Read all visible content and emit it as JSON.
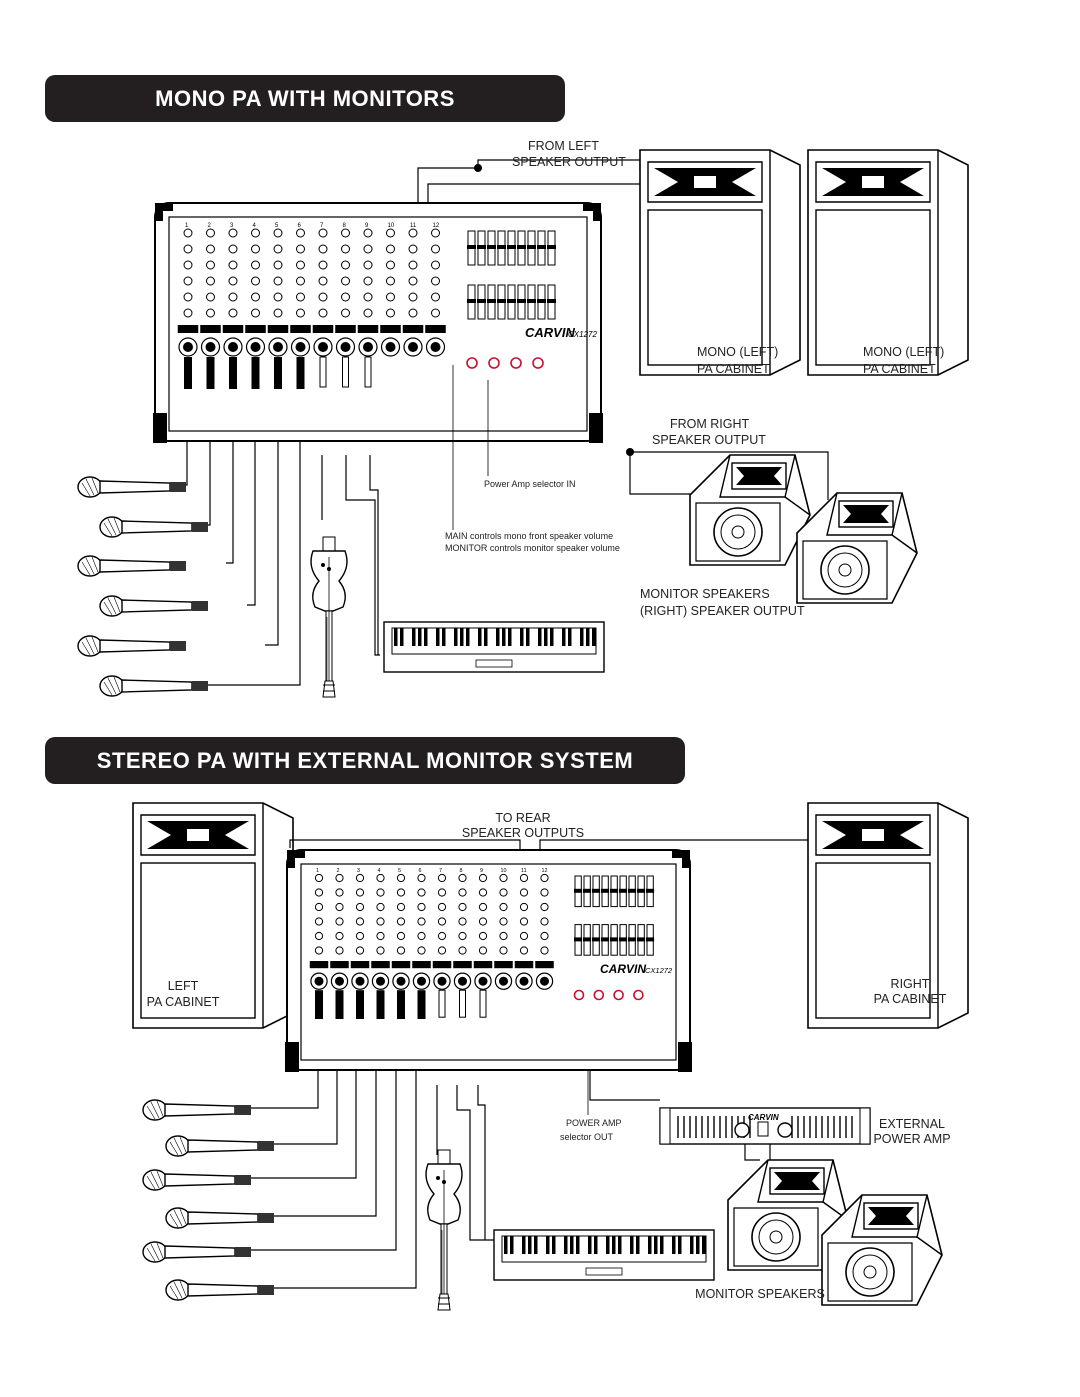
{
  "banner_top": "MONO PA WITH  MONITORS",
  "banner_bottom": "STEREO PA WITH EXTERNAL MONITOR SYSTEM",
  "top": {
    "from_left": "FROM LEFT",
    "speaker_output": "SPEAKER OUTPUT",
    "mono_left_1": "MONO (LEFT)",
    "pa_cabinet_1": "PA CABINET",
    "mono_left_2": "MONO (LEFT)",
    "pa_cabinet_2": "PA CABINET",
    "from_right": "FROM RIGHT",
    "speaker_output_right": "SPEAKER OUTPUT",
    "power_amp_selector": "Power Amp selector IN",
    "main_note": "MAIN controls mono front speaker volume",
    "monitor_note": "MONITOR controls monitor speaker volume",
    "monitor_speakers": "MONITOR SPEAKERS",
    "right_speaker_output": "(RIGHT) SPEAKER OUTPUT"
  },
  "bottom": {
    "to_rear": "TO REAR",
    "speaker_outputs": "SPEAKER OUTPUTS",
    "left": "LEFT",
    "left_pa_cabinet": "PA CABINET",
    "right": "RIGHT",
    "right_pa_cabinet": "PA CABINET",
    "power_amp": "POWER AMP",
    "selector_out": "selector OUT",
    "external": "EXTERNAL",
    "power_amp_ext": "POWER AMP",
    "monitor_speakers": "MONITOR SPEAKERS"
  },
  "mixer": {
    "brand": "CARVIN",
    "model": "CX1272",
    "channels": [
      "1",
      "2",
      "3",
      "4",
      "5",
      "6",
      "7",
      "8",
      "9",
      "10",
      "11",
      "12"
    ]
  },
  "amp_brand": "CARVIN",
  "colors": {
    "banner_bg": "#231f20",
    "knob_accent": "#c8102e"
  }
}
